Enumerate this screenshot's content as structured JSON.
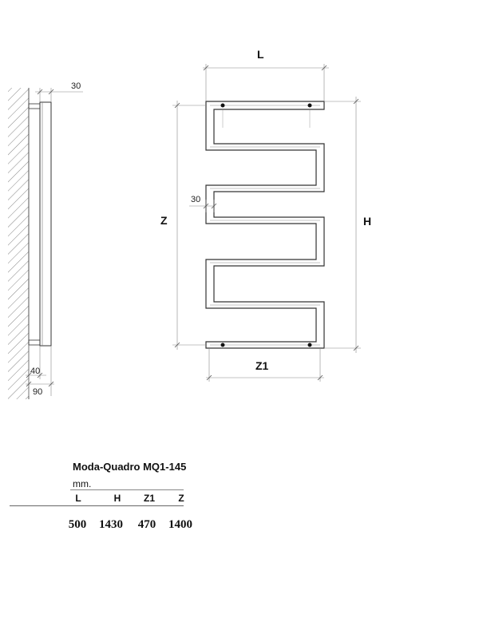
{
  "drawing": {
    "label_L": "L",
    "label_H": "H",
    "label_Z": "Z",
    "label_Z1": "Z1",
    "dim_top_side": "30",
    "dim_inner": "30",
    "dim_bottom_40": "40",
    "dim_bottom_90": "90"
  },
  "spec": {
    "model": "Moda-Quadro MQ1-145",
    "unit": "mm.",
    "headers": [
      "L",
      "H",
      "Z1",
      "Z"
    ],
    "values": [
      "500",
      "1430",
      "470",
      "1400"
    ]
  }
}
